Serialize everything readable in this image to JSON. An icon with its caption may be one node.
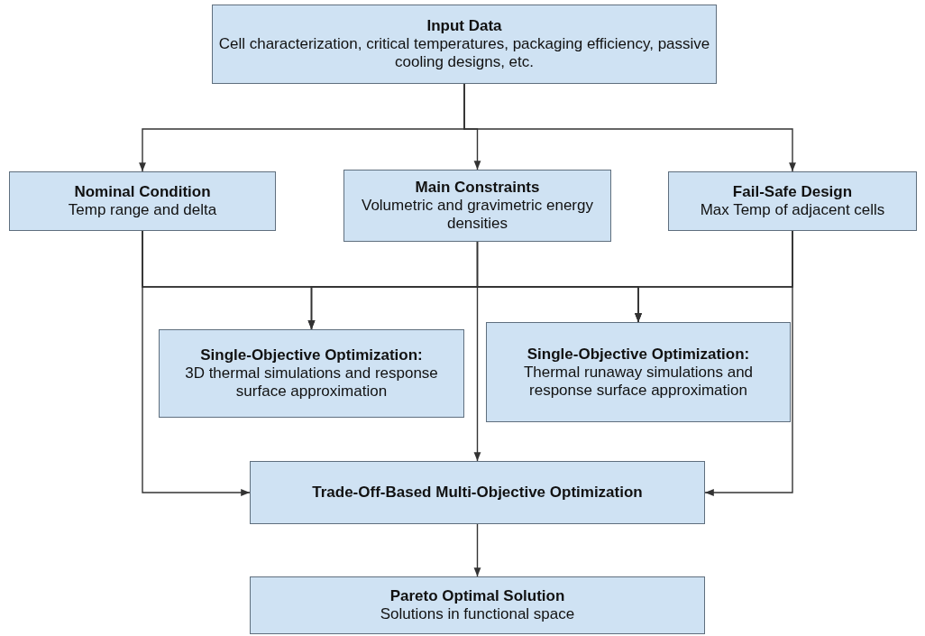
{
  "diagram": {
    "nodes": [
      {
        "text": [
          "Input Data",
          "Cell characterization, critical temperatures, packaging efficiency, passive cooling designs, etc."
        ]
      },
      {
        "text": [
          "Nominal Condition",
          "Temp range and delta"
        ]
      },
      {
        "text": [
          "Main Constraints",
          "Volumetric and gravimetric energy densities"
        ]
      },
      {
        "text": [
          "Fail-Safe Design",
          "Max Temp of adjacent cells"
        ]
      },
      {
        "text": [
          "**Single-Objective Optimization**:",
          "3D thermal simulations and response surface approximation"
        ]
      },
      {
        "text": [
          "Single-Objective Optimization:",
          "Thermal runaway simulations and response surface approximation"
        ]
      },
      {
        "text": [
          "Trade-Off-Based Multi-Objective Optimization"
        ]
      },
      {
        "text": [
          "Pareto Optimal Solution",
          "Solutions in functional space"
        ]
      }
    ],
    "edges": [
      {
        "from": 0,
        "to": 1,
        "arrow": "to"
      },
      {
        "from": 0,
        "to": 2,
        "arrow": "to"
      },
      {
        "from": 0,
        "to": 3,
        "arrow": "to"
      },
      {
        "from": 1,
        "to": 4,
        "arrow": "to"
      },
      {
        "from": 1,
        "to": 5,
        "arrow": "to"
      },
      {
        "from": 2,
        "to": 4,
        "arrow": "to"
      },
      {
        "from": 2,
        "to": 5,
        "arrow": "to"
      },
      {
        "from": 3,
        "to": 4,
        "arrow": "to"
      },
      {
        "from": 3,
        "to": 5,
        "arrow": "to"
      },
      {
        "from": 1,
        "to": 6,
        "arrow": "to"
      },
      {
        "from": 2,
        "to": 6,
        "arrow": "to"
      },
      {
        "from": 3,
        "to": 6,
        "arrow": "to"
      },
      {
        "from": 6,
        "to": 7,
        "arrow": "to"
      }
    ]
  }
}
